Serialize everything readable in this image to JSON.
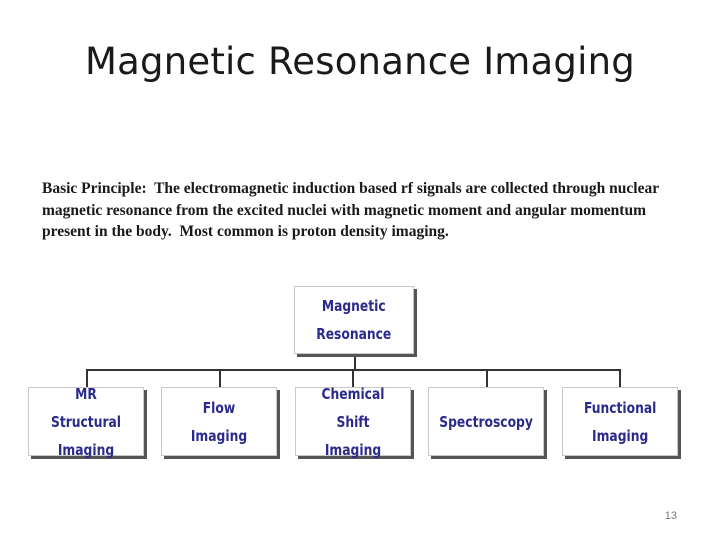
{
  "slide": {
    "title": "Magnetic Resonance Imaging",
    "body": "Basic Principle:  The electromagnetic induction based rf signals are collected through nuclear magnetic resonance from the excited nuclei with magnetic moment and angular momentum present in the body.  Most common is proton density imaging.",
    "page_number": "13"
  },
  "diagram": {
    "root": "Magnetic\nResonance",
    "children": [
      "MR Structural\nImaging",
      "Flow Imaging",
      "Chemical Shift\nImaging",
      "Spectroscopy",
      "Functional\nImaging"
    ],
    "colors": {
      "box_text": "#2a2a8c",
      "connector": "#333333",
      "shadow": "#555555"
    }
  }
}
